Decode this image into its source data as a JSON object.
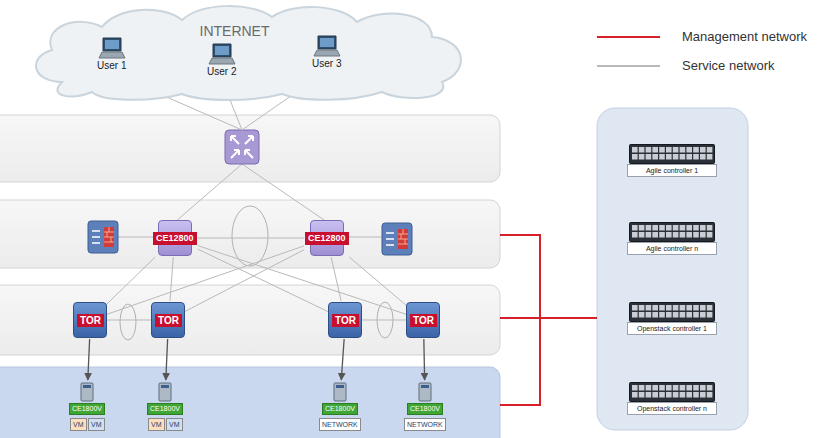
{
  "diagram": {
    "nodes": [
      {
        "text": [
          "INTERNET"
        ]
      },
      {
        "text": [
          "User 1"
        ],
        "in": 0
      },
      {
        "text": [
          "User 2"
        ],
        "in": 0
      },
      {
        "text": [
          "User 3"
        ],
        "in": 0
      },
      {
        "text": [
          "CE12800"
        ]
      },
      {
        "text": [
          "CE12800"
        ]
      },
      {
        "text": [
          "TOR"
        ]
      },
      {
        "text": [
          "TOR"
        ]
      },
      {
        "text": [
          "TOR"
        ]
      },
      {
        "text": [
          "TOR"
        ]
      },
      {
        "text": [
          "CE1800V"
        ]
      },
      {
        "text": [
          "VM"
        ]
      },
      {
        "text": [
          "VM"
        ]
      },
      {
        "text": [
          "CE1800V"
        ]
      },
      {
        "text": [
          "VM"
        ]
      },
      {
        "text": [
          "VM"
        ]
      },
      {
        "text": [
          "CE1800V"
        ]
      },
      {
        "text": [
          "NETWORK"
        ]
      },
      {
        "text": [
          "CE1800V"
        ]
      },
      {
        "text": [
          "NETWORK"
        ]
      },
      {
        "text": [
          "Agile controller 1"
        ]
      },
      {
        "text": [
          "Agile controller n"
        ]
      },
      {
        "text": [
          "Openstack controller 1"
        ]
      },
      {
        "text": [
          "Openstack controller n"
        ]
      }
    ],
    "edges": [
      {
        "from": 4,
        "to": 5,
        "arrow": "none"
      },
      {
        "from": 4,
        "to": 6,
        "arrow": "none"
      },
      {
        "from": 4,
        "to": 7,
        "arrow": "none"
      },
      {
        "from": 4,
        "to": 8,
        "arrow": "none"
      },
      {
        "from": 4,
        "to": 9,
        "arrow": "none"
      },
      {
        "from": 5,
        "to": 6,
        "arrow": "none"
      },
      {
        "from": 5,
        "to": 7,
        "arrow": "none"
      },
      {
        "from": 5,
        "to": 8,
        "arrow": "none"
      },
      {
        "from": 5,
        "to": 9,
        "arrow": "none"
      },
      {
        "from": 6,
        "to": 7,
        "arrow": "none"
      },
      {
        "from": 8,
        "to": 9,
        "arrow": "none"
      },
      {
        "from": 6,
        "to": 10,
        "arrow": "to"
      },
      {
        "from": 7,
        "to": 13,
        "arrow": "to"
      },
      {
        "from": 8,
        "to": 16,
        "arrow": "to"
      },
      {
        "from": 9,
        "to": 18,
        "arrow": "to"
      }
    ],
    "legend": [
      {
        "text": "Management network"
      },
      {
        "text": "Service network"
      }
    ]
  }
}
